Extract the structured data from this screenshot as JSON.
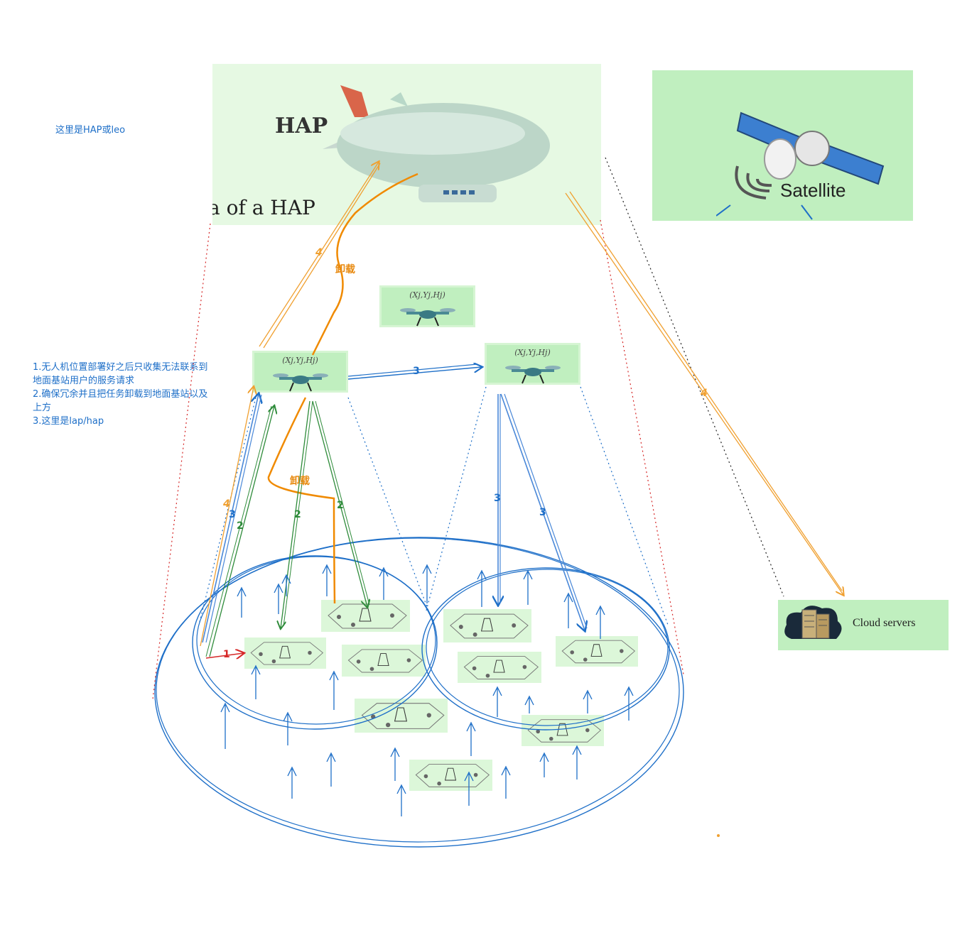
{
  "notes": {
    "top_note": "这里是HAP或leo",
    "left_note_lines": [
      "1.无人机位置部署好之后只收集无法联系到",
      "地面基站用户的服务请求",
      "2.确保冗余并且把任务卸载到地面基站以及",
      "上方",
      "3.这里是lap/hap"
    ]
  },
  "hap_panel": {
    "title": "HAP",
    "caption": "a of a HAP"
  },
  "satellite_panel": {
    "label": "Satellite"
  },
  "cloud_panel": {
    "label": "Cloud servers"
  },
  "drones": [
    {
      "label": "(Xj,Yj,Hj)"
    },
    {
      "label": "(Xj,Yj,Hj)"
    },
    {
      "label": "(Xj,Yj,Hj)"
    }
  ],
  "link_labels": {
    "offload_upper": "卸载",
    "offload_lower": "卸载",
    "four_left_a": "4",
    "four_left_b": "4",
    "four_right": "4",
    "three_mid": "3",
    "three_left": "3",
    "three_right_a": "3",
    "three_right_b": "3",
    "two_a": "2",
    "two_b": "2",
    "two_c": "2",
    "one": "1"
  },
  "colors": {
    "blue": "#1e6fc8",
    "orange": "#f0a030",
    "green": "#2e8b3a",
    "red": "#d62828",
    "panel_green": "#c0efbf"
  }
}
